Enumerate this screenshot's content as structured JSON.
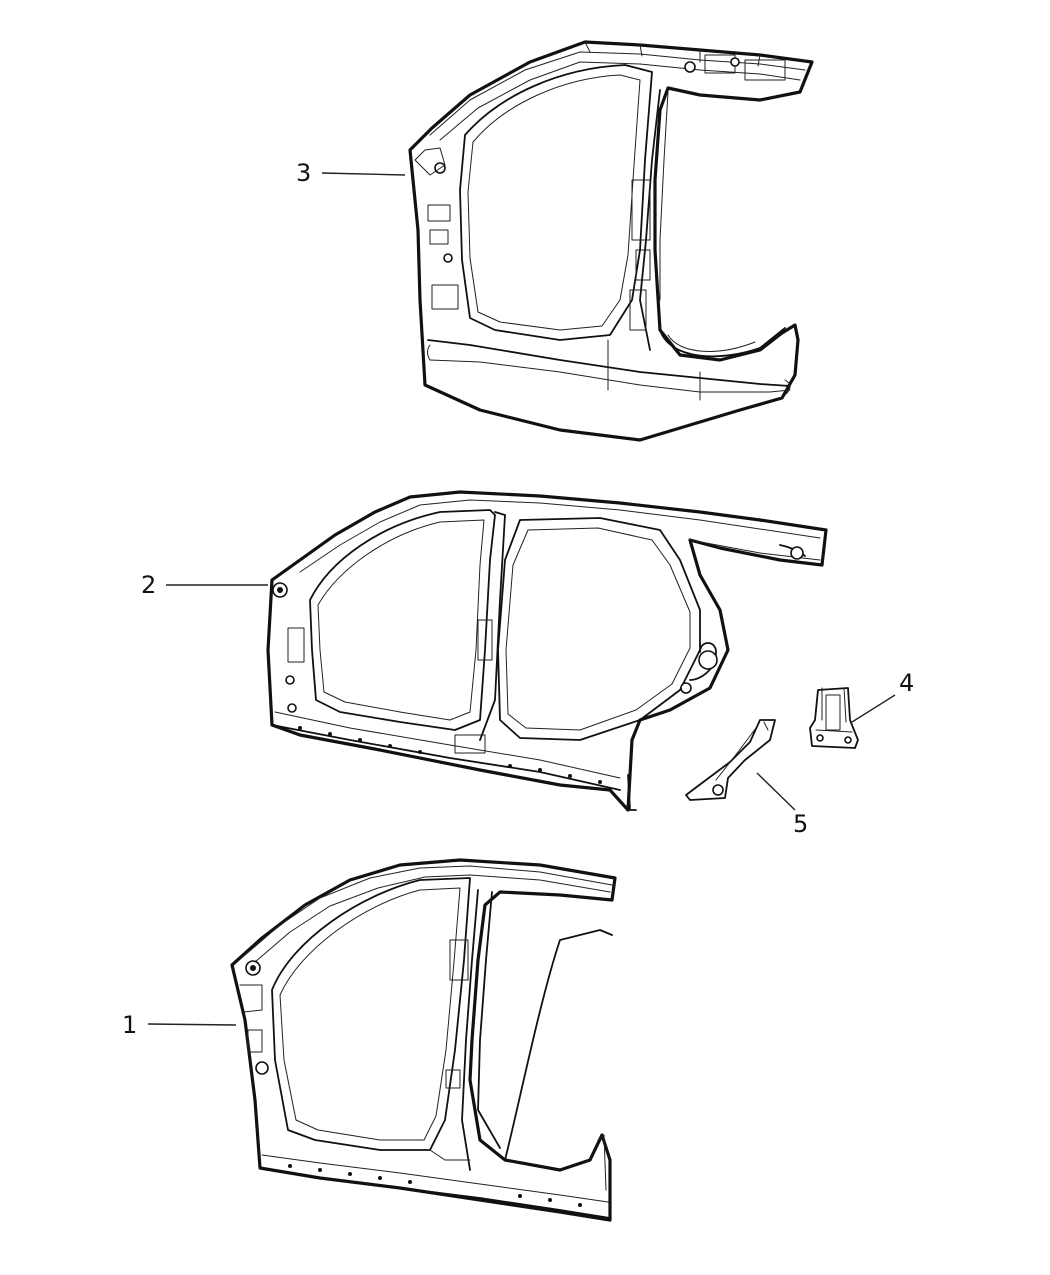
{
  "diagram": {
    "parts": [
      {
        "id": "part-1",
        "callout": "1"
      },
      {
        "id": "part-2",
        "callout": "2"
      },
      {
        "id": "part-3",
        "callout": "3"
      },
      {
        "id": "part-4",
        "callout": "4"
      },
      {
        "id": "part-5",
        "callout": "5"
      }
    ]
  }
}
